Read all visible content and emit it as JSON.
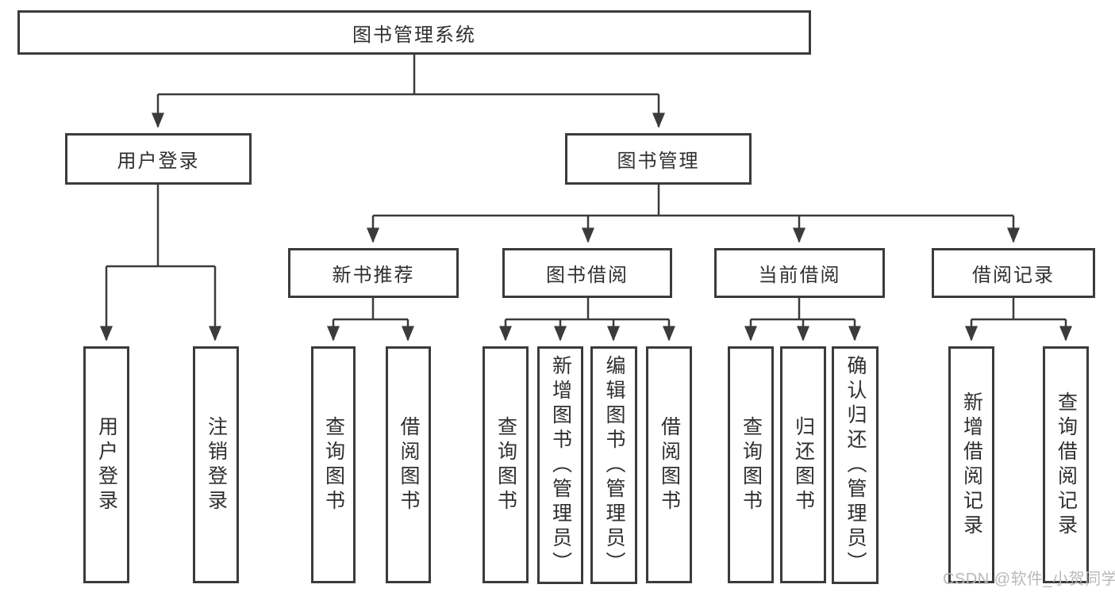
{
  "title": "图书管理系统",
  "level2": [
    "用户登录",
    "图书管理"
  ],
  "level3": [
    "新书推荐",
    "图书借阅",
    "当前借阅",
    "借阅记录"
  ],
  "leaves_user_login": [
    "用户登录",
    "注销登录"
  ],
  "leaves_new_book": [
    "查询图书",
    "借阅图书"
  ],
  "leaves_book_borrow": [
    "查询图书",
    "新增图书（管理员）",
    "编辑图书（管理员）",
    "借阅图书"
  ],
  "leaves_current_borrow": [
    "查询图书",
    "归还图书",
    "确认归还（管理员）"
  ],
  "leaves_borrow_record": [
    "新增借阅记录",
    "查询借阅记录"
  ],
  "watermark": "CSDN @软件_小贺同学",
  "colors": {
    "line": "#3b3b3d",
    "border": "#3b3b3d",
    "text": "#2f2f31",
    "watermark_text": "#b9b9b9",
    "background": "#ffffff"
  }
}
